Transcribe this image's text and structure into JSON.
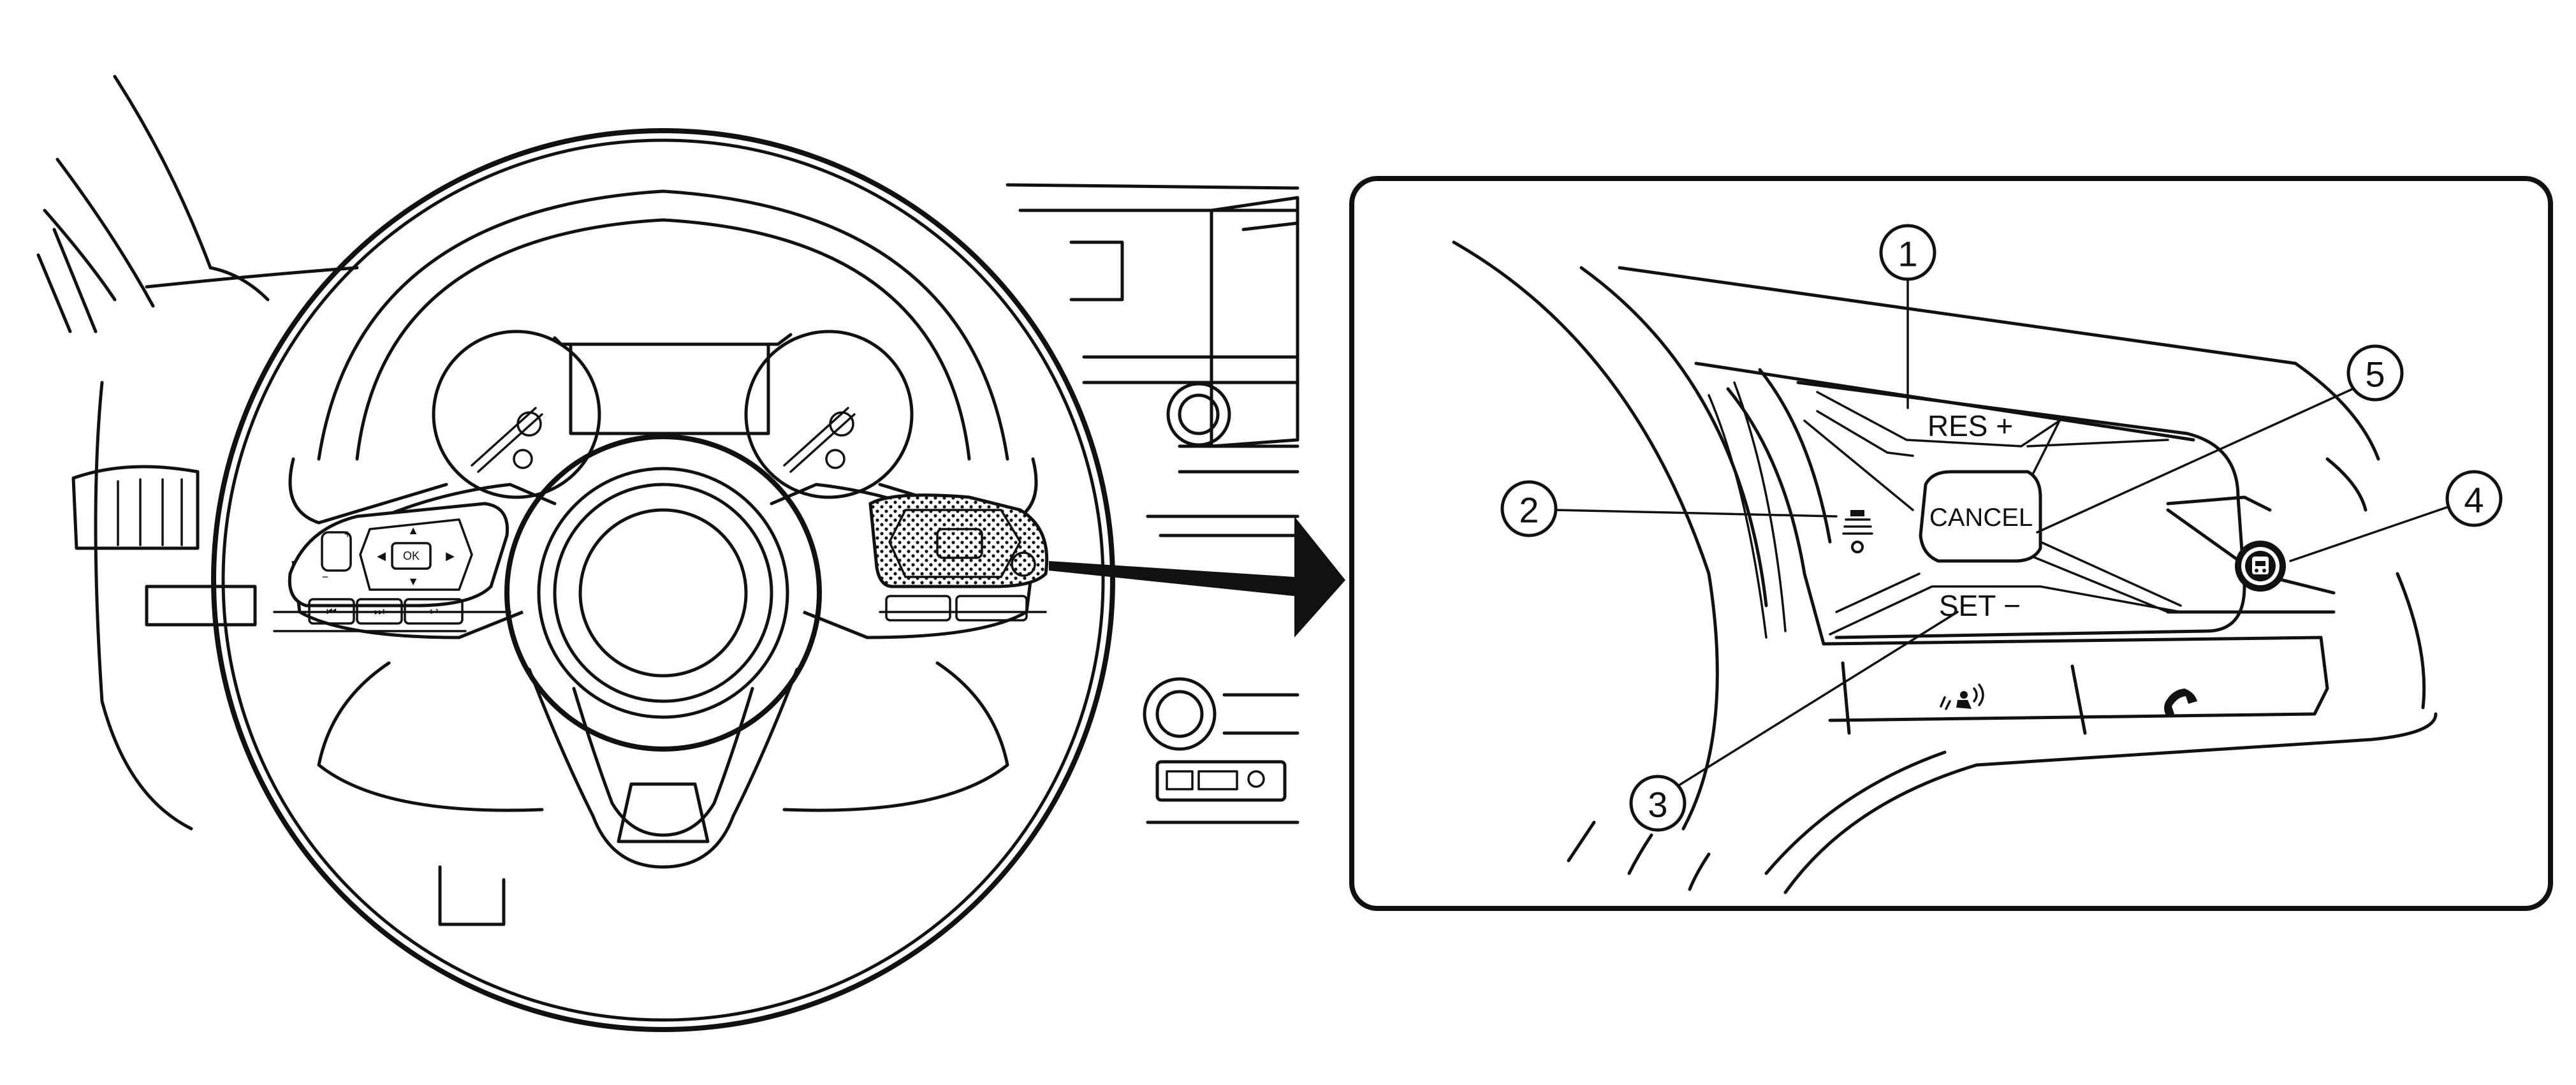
{
  "buttons": {
    "res_plus": "RES +",
    "cancel": "CANCEL",
    "set_minus": "SET −",
    "ok": "OK"
  },
  "callouts": [
    {
      "id": "1",
      "label": "1"
    },
    {
      "id": "2",
      "label": "2"
    },
    {
      "id": "3",
      "label": "3"
    },
    {
      "id": "4",
      "label": "4"
    },
    {
      "id": "5",
      "label": "5"
    }
  ],
  "icons": {
    "callout_2": "cruise-distance-icon",
    "callout_4": "propilot-assist-icon",
    "voice": "voice-recognition-icon",
    "phone": "phone-icon",
    "arrow": "pointer-arrow-icon"
  },
  "colors": {
    "line": "#111111",
    "background": "#ffffff"
  }
}
